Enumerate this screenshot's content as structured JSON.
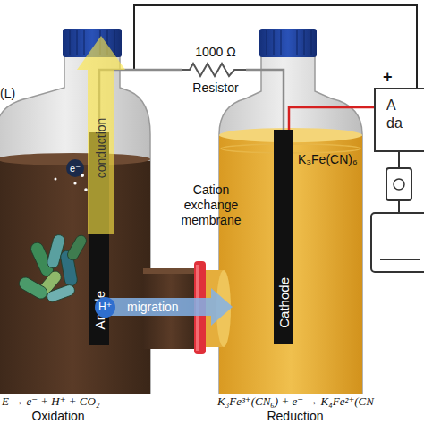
{
  "diagram": {
    "nodes": [
      {
        "text": [
          "Anode"
        ]
      },
      {
        "text": [
          "Cathode"
        ]
      },
      {
        "text": [
          "A",
          "da"
        ]
      }
    ],
    "edges": [
      {
        "from": 0,
        "to": 1,
        "arrow": "none"
      },
      {
        "from": 1,
        "to": 2,
        "arrow": "none"
      }
    ],
    "labels": [
      "1000 Ω",
      "Resistor",
      "conduction",
      "e⁻",
      "H⁺",
      "migration",
      "Cation exchange membrane",
      "K₃Fe(CN)₆",
      "(L)",
      "E → e⁻ + H⁺ + CO₂",
      "Oxidation",
      "K₃Fe³⁺(CN₆) + e⁻ → K₄Fe²⁺(CN",
      "Reduction",
      "+"
    ]
  }
}
